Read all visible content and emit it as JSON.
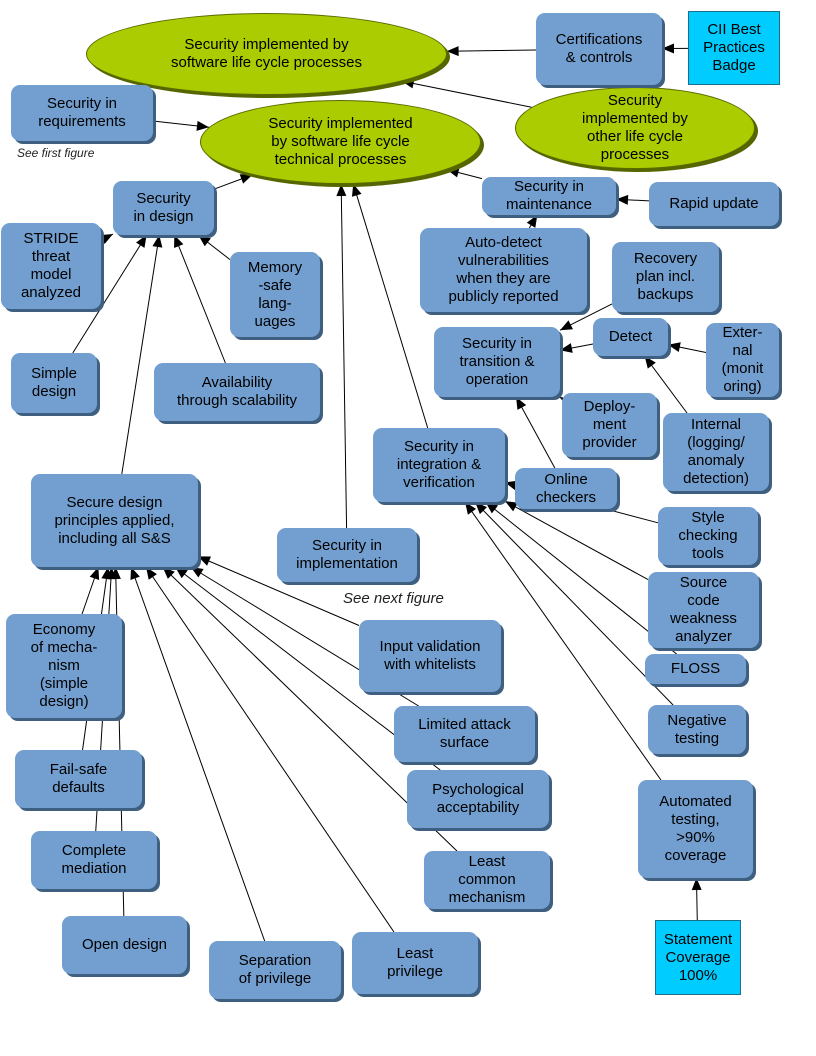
{
  "nodes": {
    "root": "Security implemented by\nsoftware life cycle processes",
    "technical": "Security implemented\nby software life cycle\ntechnical processes",
    "other": "Security\nimplemented by\nother life cycle\nprocesses",
    "certifications": "Certifications\n& controls",
    "cii": "CII Best\nPractices\nBadge",
    "requirements": "Security in\nrequirements",
    "design": "Security\nin design",
    "maintenance": "Security in\nmaintenance",
    "rapid_update": "Rapid update",
    "stride": "STRIDE\nthreat\nmodel\nanalyzed",
    "memory_safe": "Memory\n-safe\nlang-\nuages",
    "auto_detect": "Auto-detect\nvulnerabilities\nwhen they are\npublicly reported",
    "recovery": "Recovery\nplan incl.\nbackups",
    "detect": "Detect",
    "external": "Exter-\nnal\n(monit\noring)",
    "transition": "Security in\ntransition &\noperation",
    "simple_design": "Simple\ndesign",
    "availability": "Availability\nthrough scalability",
    "deployment": "Deploy-\nment\nprovider",
    "internal": "Internal\n(logging/\nanomaly\ndetection)",
    "integration": "Security in\nintegration &\nverification",
    "online_checkers": "Online\ncheckers",
    "secure_principles": "Secure design\nprinciples applied,\nincluding all S&S",
    "implementation": "Security in\nimplementation",
    "style_checking": "Style\nchecking\ntools",
    "source_code": "Source\ncode\nweakness\nanalyzer",
    "floss": "FLOSS",
    "economy": "Economy\nof mecha-\nnism\n(simple\ndesign)",
    "input_validation": "Input validation\nwith  whitelists",
    "limited_attack": "Limited attack\nsurface",
    "negative_testing": "Negative\ntesting",
    "failsafe": "Fail-safe\ndefaults",
    "psychological": "Psychological\nacceptability",
    "automated_testing": "Automated\ntesting,\n>90%\ncoverage",
    "complete_mediation": "Complete\nmediation",
    "least_common": "Least\ncommon\nmechanism",
    "open_design": "Open design",
    "separation": "Separation\nof privilege",
    "least_privilege": "Least\nprivilege",
    "statement_coverage": "Statement\nCoverage\n100%"
  },
  "notes": {
    "first_figure": "See first figure",
    "next_figure": "See next figure"
  },
  "edges": [
    [
      "certifications",
      "root"
    ],
    [
      "cii",
      "certifications"
    ],
    [
      "other",
      "root"
    ],
    [
      "requirements",
      "technical"
    ],
    [
      "design",
      "technical"
    ],
    [
      "implementation",
      "technical"
    ],
    [
      "integration",
      "technical"
    ],
    [
      "maintenance",
      "technical"
    ],
    [
      "rapid_update",
      "maintenance"
    ],
    [
      "auto_detect",
      "maintenance"
    ],
    [
      "stride",
      "design"
    ],
    [
      "memory_safe",
      "design"
    ],
    [
      "simple_design",
      "design"
    ],
    [
      "availability",
      "design"
    ],
    [
      "secure_principles",
      "design"
    ],
    [
      "recovery",
      "transition"
    ],
    [
      "detect",
      "transition"
    ],
    [
      "deployment",
      "transition"
    ],
    [
      "online_checkers",
      "transition"
    ],
    [
      "external",
      "detect"
    ],
    [
      "internal",
      "detect"
    ],
    [
      "style_checking",
      "integration"
    ],
    [
      "source_code",
      "integration"
    ],
    [
      "floss",
      "integration"
    ],
    [
      "negative_testing",
      "integration"
    ],
    [
      "automated_testing",
      "integration"
    ],
    [
      "statement_coverage",
      "automated_testing"
    ],
    [
      "economy",
      "secure_principles"
    ],
    [
      "input_validation",
      "secure_principles"
    ],
    [
      "limited_attack",
      "secure_principles"
    ],
    [
      "failsafe",
      "secure_principles"
    ],
    [
      "psychological",
      "secure_principles"
    ],
    [
      "complete_mediation",
      "secure_principles"
    ],
    [
      "least_common",
      "secure_principles"
    ],
    [
      "open_design",
      "secure_principles"
    ],
    [
      "separation",
      "secure_principles"
    ],
    [
      "least_privilege",
      "secure_principles"
    ]
  ],
  "colors": {
    "box_fill": "#729fcf",
    "ellipse_fill": "#aacc00",
    "badge_fill": "#00ccff",
    "edge": "#000000"
  }
}
